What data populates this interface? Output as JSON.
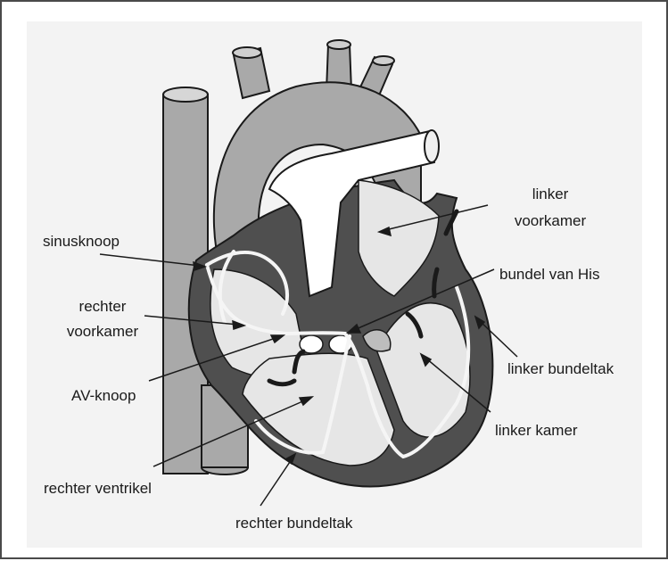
{
  "labels": {
    "sinusknoop": "sinusknoop",
    "rechter_voorkamer_1": "rechter",
    "rechter_voorkamer_2": "voorkamer",
    "av_knoop": "AV-knoop",
    "rechter_ventrikel": "rechter ventrikel",
    "rechter_bundeltak": "rechter bundeltak",
    "linker_voorkamer_1": "linker",
    "linker_voorkamer_2": "voorkamer",
    "bundel_van_his": "bundel van His",
    "linker_bundeltak": "linker bundeltak",
    "linker_kamer": "linker kamer"
  },
  "colors": {
    "background": "#ffffff",
    "panel": "#f2f2f2",
    "vessel": "#a9a9a9",
    "wall": "#4f4f4f",
    "chamber": "#e6e6e6",
    "conduction": "#f5f5f5",
    "outline": "#1a1a1a"
  }
}
